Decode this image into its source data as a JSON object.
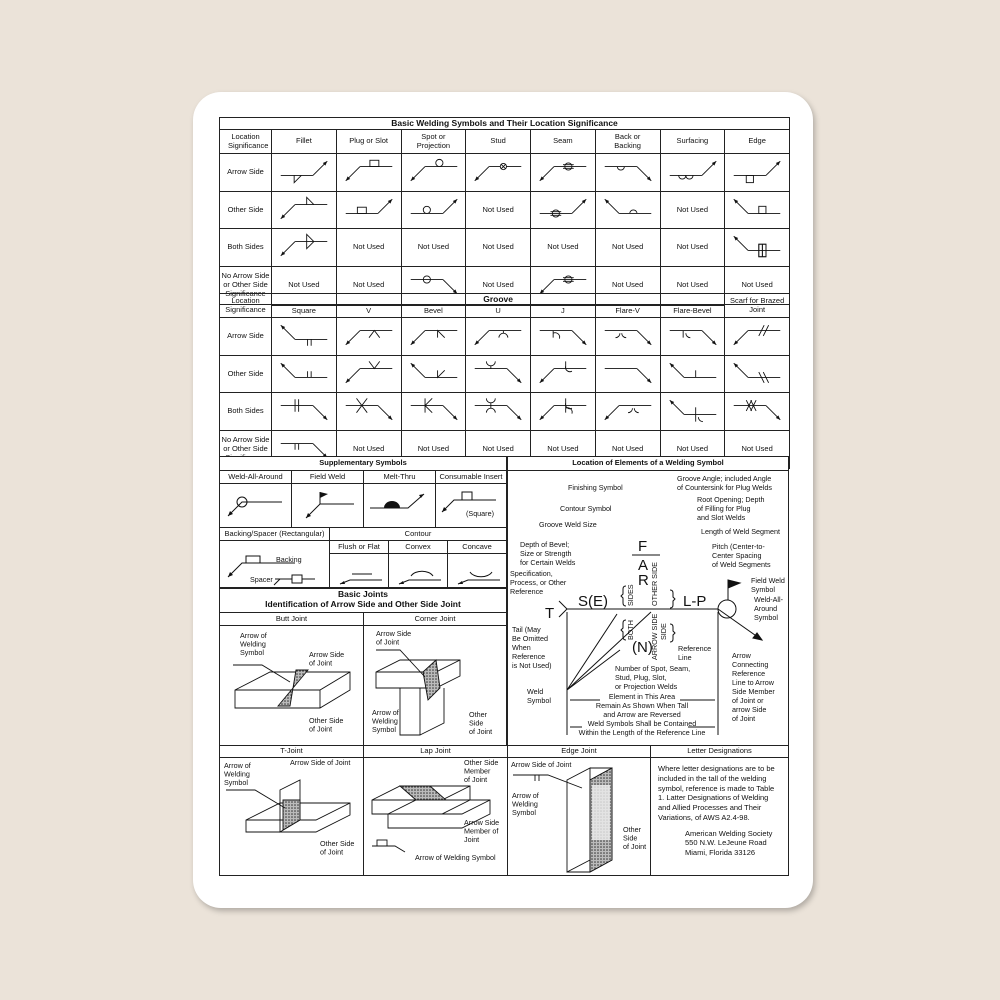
{
  "title": "Basic Welding Symbols and Their Location Significance",
  "basic": {
    "headers": [
      "Location Significance",
      "Fillet",
      "Plug or Slot",
      "Spot or Projection",
      "Stud",
      "Seam",
      "Back or Backing",
      "Surfacing",
      "Edge"
    ],
    "rows": [
      {
        "label": "Arrow Side",
        "cells": [
          {
            "g": "fillet",
            "a": "right-up",
            "s": 1
          },
          {
            "g": "plug",
            "a": "left-down",
            "s": -1
          },
          {
            "g": "spot",
            "a": "left-down",
            "s": -1
          },
          {
            "g": "stud",
            "a": "left-down",
            "s": 0
          },
          {
            "g": "seam",
            "a": "left-down",
            "s": 0
          },
          {
            "g": "backing",
            "a": "right-down",
            "s": 1
          },
          {
            "g": "surfacing",
            "a": "right-up",
            "s": 1
          },
          {
            "g": "edge",
            "a": "right-up",
            "s": 1
          }
        ]
      },
      {
        "label": "Other Side",
        "cells": [
          {
            "g": "fillet",
            "a": "left-down",
            "s": -1
          },
          {
            "g": "plug",
            "a": "right-up",
            "s": -1
          },
          {
            "g": "spot",
            "a": "right-up",
            "s": -1
          },
          "Not Used",
          {
            "g": "seam",
            "a": "right-up",
            "s": 0
          },
          {
            "g": "backing",
            "a": "left-up",
            "s": -1
          },
          "Not Used",
          {
            "g": "edge",
            "a": "left-up",
            "s": -1
          }
        ]
      },
      {
        "label": "Both Sides",
        "cells": [
          {
            "g": "fillet",
            "a": "left-down",
            "s": 2
          },
          "Not Used",
          "Not Used",
          "Not Used",
          "Not Used",
          "Not Used",
          "Not Used",
          {
            "g": "edge",
            "a": "left-up",
            "s": 2
          }
        ]
      },
      {
        "label": "No Arrow Side or Other Side Significance",
        "cells": [
          "Not Used",
          "Not Used",
          {
            "g": "spot",
            "a": "right-down",
            "s": 0
          },
          "Not Used",
          {
            "g": "seam",
            "a": "left-down",
            "s": 0
          },
          "Not Used",
          "Not Used",
          "Not Used"
        ]
      }
    ]
  },
  "groove": {
    "location_label": "Location Significance",
    "title": "Groove",
    "scarf_label": "Scarf for Brazed Joint",
    "headers": [
      "Square",
      "V",
      "Bevel",
      "U",
      "J",
      "Flare-V",
      "Flare-Bevel"
    ],
    "rows": [
      {
        "label": "Arrow Side",
        "cells": [
          {
            "g": "square",
            "a": "left-up",
            "s": 1
          },
          {
            "g": "v",
            "a": "left-down",
            "s": 1
          },
          {
            "g": "bevel",
            "a": "left-down",
            "s": 1
          },
          {
            "g": "u",
            "a": "left-down",
            "s": 1
          },
          {
            "g": "j",
            "a": "right-down",
            "s": 1
          },
          {
            "g": "flarev",
            "a": "right-down",
            "s": 1
          },
          {
            "g": "flarebevel",
            "a": "right-down",
            "s": 1
          },
          {
            "g": "scarf",
            "a": "left-down",
            "s": 1
          }
        ]
      },
      {
        "label": "Other Side",
        "cells": [
          {
            "g": "square",
            "a": "left-up",
            "s": -1
          },
          {
            "g": "v",
            "a": "left-down",
            "s": -1
          },
          {
            "g": "bevel",
            "a": "left-up",
            "s": -1
          },
          {
            "g": "u",
            "a": "right-down",
            "s": -1
          },
          {
            "g": "j",
            "a": "left-down",
            "s": -1
          },
          {
            "g": "flarev",
            "a": "right-down",
            "s": -1
          },
          {
            "g": "flarebevel",
            "a": "left-up",
            "s": -1
          },
          {
            "g": "scarf",
            "a": "left-up",
            "s": -1
          }
        ]
      },
      {
        "label": "Both Sides",
        "cells": [
          {
            "g": "square",
            "a": "right-down",
            "s": 2
          },
          {
            "g": "v",
            "a": "right-down",
            "s": 2
          },
          {
            "g": "bevel",
            "a": "right-down",
            "s": 2
          },
          {
            "g": "u",
            "a": "right-down",
            "s": 2
          },
          {
            "g": "j",
            "a": "left-down",
            "s": 2
          },
          {
            "g": "flarev",
            "a": "left-down",
            "s": 2
          },
          {
            "g": "flarebevel",
            "a": "left-up",
            "s": 2
          },
          {
            "g": "scarf",
            "a": "right-down",
            "s": 2
          }
        ]
      },
      {
        "label": "No Arrow Side or Other Side Significance",
        "cells": [
          {
            "g": "square",
            "a": "right-down",
            "s": 0
          },
          "Not Used",
          "Not Used",
          "Not Used",
          "Not Used",
          "Not Used",
          "Not Used",
          "Not Used"
        ]
      }
    ]
  },
  "supplementary": {
    "title": "Supplementary Symbols",
    "headers": [
      "Weld-All-Around",
      "Field Weld",
      "Melt-Thru",
      "Consumable Insert"
    ],
    "insert_note": "(Square)",
    "backing_title": "Backing/Spacer (Rectangular)",
    "backing_label": "Backing",
    "spacer_label": "Spacer",
    "contour_title": "Contour",
    "contour_headers": [
      "Flush or Flat",
      "Convex",
      "Concave"
    ]
  },
  "elements": {
    "title": "Location of Elements of a Welding Symbol",
    "letters": {
      "F": "F",
      "A": "A",
      "R": "R",
      "SE": "S(E)",
      "T": "T",
      "LP": "L-P",
      "N": "(N)",
      "sides": "SIDES",
      "both": "BOTH",
      "other_side": "OTHER SIDE",
      "arrow_side": "ARROW SIDE",
      "other_side2": "SIDE"
    },
    "labels": {
      "finishing": [
        "Finishing Symbol"
      ],
      "groove_angle": [
        "Groove Angle; included Angle",
        "of Countersink for Plug Welds"
      ],
      "root": [
        "Root Opening; Depth",
        "of Filling for Plug",
        "and Slot Welds"
      ],
      "contour": [
        "Contour Symbol"
      ],
      "groove_size": [
        "Groove Weld Size"
      ],
      "length": [
        "Length of Weld Segment"
      ],
      "pitch": [
        "Pitch (Center-to-",
        "Center Spacing",
        "of Weld Segments"
      ],
      "depth": [
        "Depth of Bevel;",
        "Size or Strength",
        "for Certain Welds"
      ],
      "spec": [
        "Specification,",
        "Process, or Other",
        "Reference"
      ],
      "field": [
        "Field Weld",
        "Symbol"
      ],
      "all_around": [
        "Weld-All-",
        "Around",
        "Symbol"
      ],
      "tail": [
        "Tail (May",
        "Be Omitted",
        "When",
        "Reference",
        "is Not Used)"
      ],
      "ref_line": [
        "Reference",
        "Line"
      ],
      "arrow": [
        "Arrow",
        "Connecting",
        "Reference",
        "Line to Arrow",
        "Side Member",
        "of Joint or",
        "arrow Side",
        "of Joint"
      ],
      "number": [
        "Number of Spot, Seam,",
        "Stud, Plug, Slot,",
        "or Projection Welds"
      ],
      "weld_symbol": [
        "Weld",
        "Symbol"
      ],
      "element_area": [
        "Element in This Area",
        "Remain As Shown When Tall",
        "and Arrow are Reversed"
      ],
      "contained": [
        "Weld Symbols Shall be Contained",
        "Within the Length of the Reference Line"
      ]
    }
  },
  "joints": {
    "title": [
      "Basic Joints",
      "Identification of Arrow Side and Other Side Joint"
    ],
    "butt": {
      "title": "Butt Joint",
      "arrow_of": [
        "Arrow of",
        "Welding",
        "Symbol"
      ],
      "arrow_side": [
        "Arrow Side",
        "of Joint"
      ],
      "other_side": [
        "Other Side",
        "of Joint"
      ]
    },
    "corner": {
      "title": "Corner Joint",
      "arrow_side": [
        "Arrow Side",
        "of Joint"
      ],
      "arrow_of": [
        "Arrow of",
        "Welding",
        "Symbol"
      ],
      "other_side": [
        "Other",
        "Side",
        "of Joint"
      ]
    },
    "t": {
      "title": "T-Joint",
      "arrow_of": [
        "Arrow of",
        "Welding",
        "Symbol"
      ],
      "arrow_side": [
        "Arrow Side of Joint"
      ],
      "other_side": [
        "Other Side",
        "of Joint"
      ]
    },
    "lap": {
      "title": "Lap Joint",
      "other_member": [
        "Other Side",
        "Member",
        "of Joint"
      ],
      "arrow_member": [
        "Arrow Side",
        "Member of",
        "Joint"
      ],
      "arrow_of": [
        "Arrow of Welding Symbol"
      ]
    },
    "edge": {
      "title": "Edge Joint",
      "arrow_side": [
        "Arrow Side of Joint"
      ],
      "arrow_of": [
        "Arrow of",
        "Welding",
        "Symbol"
      ],
      "other_side": [
        "Other",
        "Side",
        "of Joint"
      ]
    }
  },
  "letters": {
    "title": "Letter Designations",
    "text": "Where letter designations are to be included in the tall of the welding symbol, reference is made to Table 1. Latter Designations of Welding and Allied Processes and Their Variations, of AWS A2.4-98.",
    "address": [
      "American Welding Society",
      "550 N.W. LeJeune Road",
      "Miami, Florida 33126"
    ]
  },
  "colors": {
    "background": "#ebe3d9",
    "card": "#ffffff",
    "ink": "#111111"
  }
}
